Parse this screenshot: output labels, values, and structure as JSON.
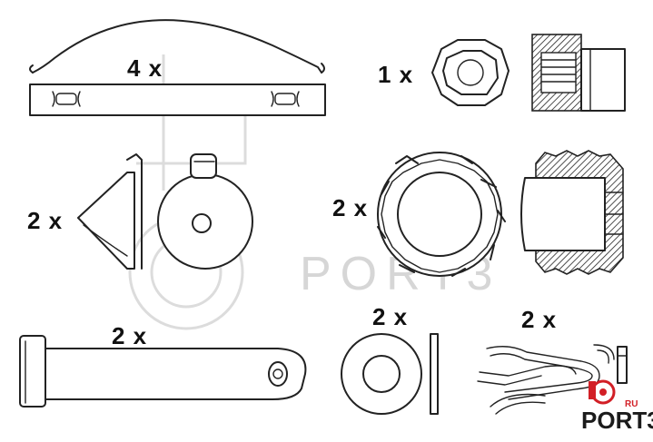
{
  "quantities": {
    "clip_spring": "4 x",
    "nut": "1 x",
    "cap": "2 x",
    "bushing": "2 x",
    "pin": "2 x",
    "washer": "2 x",
    "r_clip": "2 x"
  },
  "watermark": {
    "text": "PORT3",
    "suffix": "RU"
  },
  "logo": {
    "text": "PORT3",
    "suffix": "RU",
    "accent_color": "#d21f26"
  }
}
